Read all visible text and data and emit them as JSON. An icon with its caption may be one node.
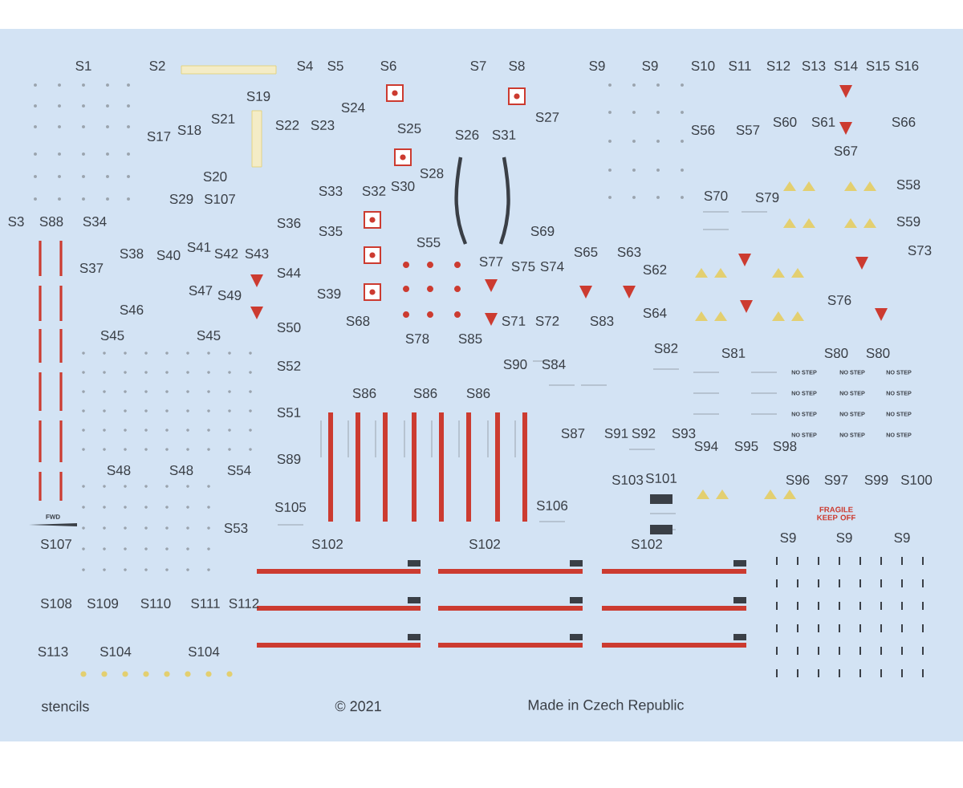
{
  "diagram": {
    "labels": [
      "S1",
      "S2",
      "S4",
      "S5",
      "S6",
      "S7",
      "S8",
      "S9",
      "S9",
      "S10",
      "S11",
      "S12",
      "S13",
      "S14",
      "S15",
      "S16",
      "S19",
      "S24",
      "S17",
      "S18",
      "S21",
      "S22",
      "S23",
      "S25",
      "S26",
      "S31",
      "S27",
      "S56",
      "S57",
      "S60",
      "S61",
      "S66",
      "S67",
      "S20",
      "S28",
      "S29",
      "S107",
      "S33",
      "S32",
      "S30",
      "S70",
      "S79",
      "S58",
      "S3",
      "S88",
      "S34",
      "S36",
      "S35",
      "S69",
      "S59",
      "S38",
      "S40",
      "S41",
      "S42",
      "S43",
      "S55",
      "S65",
      "S63",
      "S73",
      "S37",
      "S44",
      "S77",
      "S75",
      "S74",
      "S62",
      "S47",
      "S49",
      "S39",
      "S76",
      "S46",
      "S64",
      "S68",
      "S71",
      "S72",
      "S83",
      "S45",
      "S45",
      "S50",
      "S78",
      "S85",
      "S82",
      "S81",
      "S80",
      "S80",
      "S52",
      "S90",
      "S84",
      "NO STEP",
      "NO STEP",
      "NO STEP",
      "S86",
      "S86",
      "S86",
      "NO STEP",
      "NO STEP",
      "NO STEP",
      "S51",
      "NO STEP",
      "NO STEP",
      "NO STEP",
      "S87",
      "S91",
      "S92",
      "S93",
      "NO STEP",
      "NO STEP",
      "NO STEP",
      "S94",
      "S95",
      "S98",
      "S89",
      "S48",
      "S48",
      "S54",
      "S103",
      "S101",
      "S96",
      "S97",
      "S99",
      "S100",
      "FWD",
      "S105",
      "S106",
      "FRAGILE KEEP OFF",
      "S53",
      "S107",
      "S102",
      "S102",
      "S102",
      "S9",
      "S9",
      "S9",
      "S108",
      "S109",
      "S110",
      "S111",
      "S112",
      "S113",
      "S104",
      "S104",
      "stencils",
      "© 2021",
      "Made in Czech Republic"
    ]
  }
}
